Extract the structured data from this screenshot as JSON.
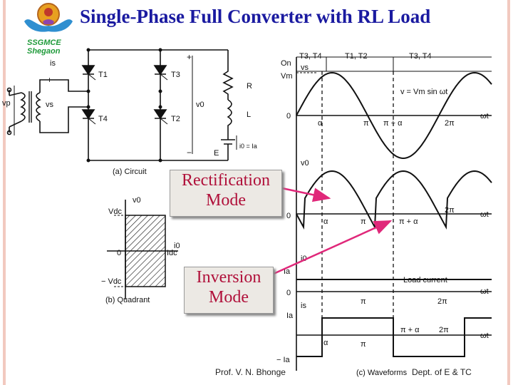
{
  "title": "Single-Phase Full Converter with RL Load",
  "logo": {
    "name": "SSGMCE",
    "city": "Shegaon"
  },
  "callouts": {
    "rectification": [
      "Rectification",
      "Mode"
    ],
    "inversion": [
      "Inversion",
      "Mode"
    ]
  },
  "circuit": {
    "source_current": "is",
    "primary": "vp",
    "secondary": "vs",
    "thyristors": [
      "T1",
      "T3",
      "T4",
      "T2"
    ],
    "load_resistor": "R",
    "load_inductor": "L",
    "output_voltage": "v0",
    "load_current": "i0 = Ia",
    "back_emf": "E",
    "caption": "(a) Circuit"
  },
  "quadrant": {
    "v_axis": "v0",
    "i_axis": "i0",
    "vdc": "Vdc",
    "neg_vdc": "− Vdc",
    "idc": "Idc",
    "origin": "0",
    "caption": "(b) Quadrant"
  },
  "waveforms": {
    "on_label": "On",
    "on_intervals": [
      "T3, T4",
      "T1, T2",
      "T3, T4"
    ],
    "vs_label": "vs",
    "vm_label": "Vm",
    "zero": "0",
    "equation": "v = Vm sin ωt",
    "wt": "ωt",
    "alpha": "α",
    "pi": "π",
    "pi_alpha": "π + α",
    "two_pi": "2π",
    "v0_label": "v0",
    "i0_label": "i0",
    "ia_label": "Ia",
    "load_current_text": "Load current",
    "is_label": "is",
    "neg_ia_label": "− Ia",
    "caption": "(c) Waveforms"
  },
  "footer": {
    "author": "Prof. V. N. Bhonge",
    "department": "Dept. of  E & TC"
  },
  "colors": {
    "title": "#1a1aa0",
    "callout_text": "#b0103a",
    "arrow": "#e0287a",
    "logo": "#1f9a3a"
  }
}
